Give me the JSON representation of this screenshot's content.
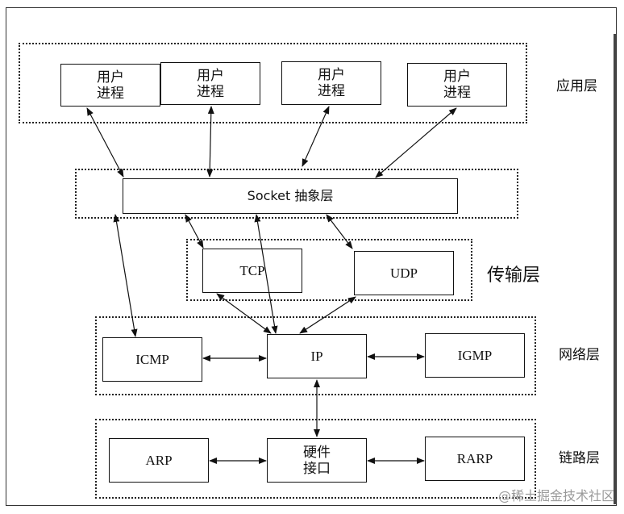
{
  "diagram": {
    "layers": {
      "application": "应用层",
      "transport": "传输层",
      "network": "网络层",
      "link": "链路层"
    },
    "boxes": {
      "user_process": "用户\n进程",
      "socket": "Socket 抽象层",
      "tcp": "TCP",
      "udp": "UDP",
      "icmp": "ICMP",
      "ip": "IP",
      "igmp": "IGMP",
      "arp": "ARP",
      "hw": "硬件\n接口",
      "rarp": "RARP"
    },
    "watermark": "@稀土掘金技术社区"
  }
}
